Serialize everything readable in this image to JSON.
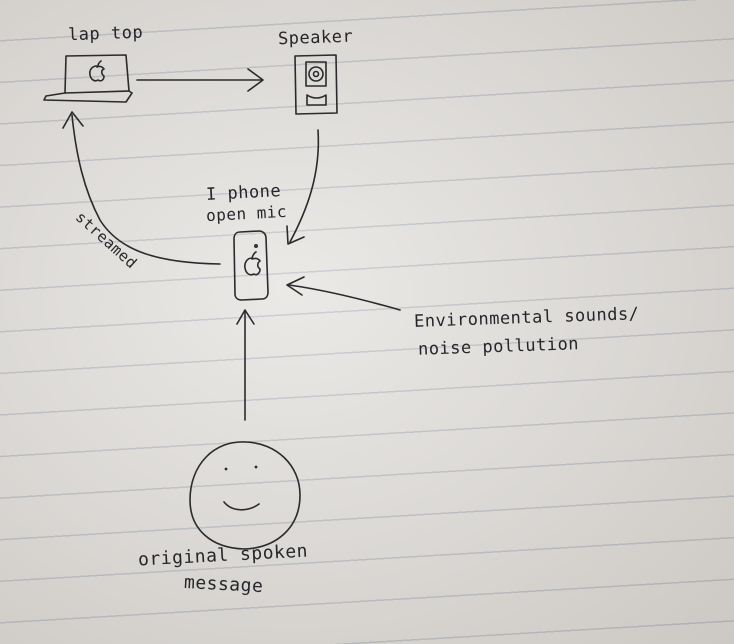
{
  "labels": {
    "laptop": "lap top",
    "speaker": "Speaker",
    "iphone_line1": "I phone",
    "iphone_line2": "open mic",
    "streamed": "streamed",
    "environmental_line1": "Environmental  sounds/",
    "environmental_line2": "noise pollution",
    "message_line1": "original spoken",
    "message_line2": "message"
  },
  "colors": {
    "paper": "#e7e5e2",
    "ink": "#2b2a2c",
    "rule": "#96a0af"
  }
}
